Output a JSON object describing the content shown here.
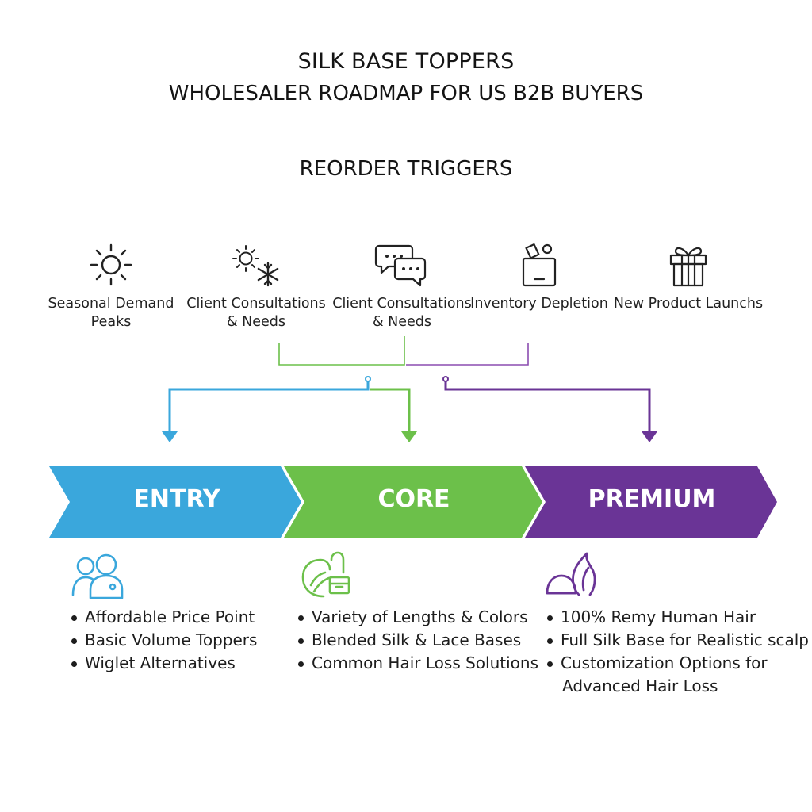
{
  "header": {
    "title": "SILK BASE TOPPERS",
    "subtitle": "WHOLESALER ROADMAP FOR US B2B BUYERS",
    "section_heading": "REORDER TRIGGERS"
  },
  "triggers": [
    {
      "label_line1": "Seasonal Demand",
      "label_line2": "Peaks",
      "icon": "sun-icon"
    },
    {
      "label_line1": "Client Consultations",
      "label_line2": "& Needs",
      "icon": "sun-snowflake-icon"
    },
    {
      "label_line1": "Client Consultations",
      "label_line2": "& Needs",
      "icon": "chat-bubbles-icon"
    },
    {
      "label_line1": "Inventory Depletion",
      "label_line2": "",
      "icon": "inventory-box-icon"
    },
    {
      "label_line1": "New Product Launchs",
      "label_line2": "",
      "icon": "gift-icon"
    }
  ],
  "tiers": [
    {
      "name": "ENTRY",
      "color": "#3aa7dc",
      "icon": "people-icon",
      "bullets": [
        "Affordable Price Point",
        "Basic Volume Toppers",
        "Wiglet Alternatives"
      ]
    },
    {
      "name": "CORE",
      "color": "#6cc04a",
      "icon": "hair-bag-icon",
      "bullets": [
        "Variety of Lengths & Colors",
        "Blended Silk & Lace Bases",
        "Common Hair Loss Solutions"
      ]
    },
    {
      "name": "PREMIUM",
      "color": "#6a3496",
      "icon": "hair-piece-icon",
      "bullets": [
        "100% Remy Human Hair",
        "Full Silk Base for Realistic scalp",
        "Customization Options for",
        "Advanced Hair Loss"
      ]
    }
  ],
  "colors": {
    "connector_blue": "#3aa7dc",
    "connector_green": "#6cc04a",
    "connector_purple": "#6a3496"
  }
}
